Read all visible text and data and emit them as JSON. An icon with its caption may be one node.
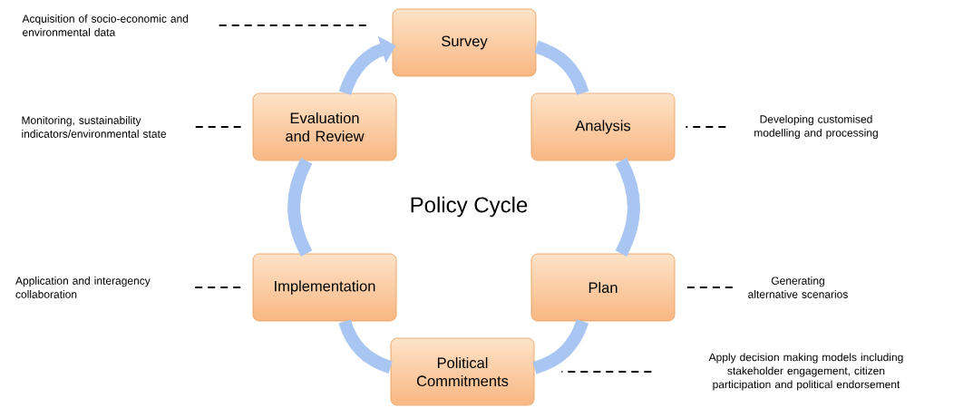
{
  "diagram": {
    "nodes": [
      {
        "text": [
          "Survey"
        ]
      },
      {
        "text": [
          "Analysis"
        ]
      },
      {
        "text": [
          "Plan"
        ]
      },
      {
        "text": [
          "Political Commitments"
        ]
      },
      {
        "text": [
          "Implementation"
        ]
      },
      {
        "text": [
          "Evaluation and Review"
        ]
      },
      {
        "text": [
          "Acquisition of socio-economic and environmental data"
        ]
      },
      {
        "text": [
          "Developing customised modelling and processing"
        ]
      },
      {
        "text": [
          "Generating alternative scenarios"
        ]
      },
      {
        "text": [
          "Apply decision making models including stakeholder engagement, citizen participation and political endorsement"
        ]
      },
      {
        "text": [
          "Application and interagency collaboration"
        ]
      },
      {
        "text": [
          "Monitoring, sustainability indicators/environmental state"
        ]
      }
    ],
    "edges": [
      {
        "from": 0,
        "to": 1,
        "arrow": "none",
        "style": "thick",
        "color": "#a9c6f2"
      },
      {
        "from": 1,
        "to": 2,
        "arrow": "none",
        "style": "thick",
        "color": "#a9c6f2"
      },
      {
        "from": 2,
        "to": 3,
        "arrow": "none",
        "style": "thick",
        "color": "#a9c6f2"
      },
      {
        "from": 3,
        "to": 4,
        "arrow": "none",
        "style": "thick",
        "color": "#a9c6f2"
      },
      {
        "from": 4,
        "to": 5,
        "arrow": "none",
        "style": "thick",
        "color": "#a9c6f2"
      },
      {
        "from": 5,
        "to": 0,
        "arrow": "to",
        "style": "thick",
        "color": "#a9c6f2"
      },
      {
        "from": 6,
        "to": 0,
        "arrow": "none",
        "style": "dashed",
        "color": "#000000"
      },
      {
        "from": 7,
        "to": 1,
        "arrow": "none",
        "style": "dashed",
        "color": "#000000"
      },
      {
        "from": 8,
        "to": 2,
        "arrow": "none",
        "style": "dashed",
        "color": "#000000"
      },
      {
        "from": 9,
        "to": 3,
        "arrow": "none",
        "style": "dashed",
        "color": "#000000"
      },
      {
        "from": 10,
        "to": 4,
        "arrow": "none",
        "style": "dashed",
        "color": "#000000"
      },
      {
        "from": 11,
        "to": 5,
        "arrow": "none",
        "style": "dashed",
        "color": "#000000"
      }
    ],
    "labels": [
      "Policy Cycle"
    ]
  }
}
